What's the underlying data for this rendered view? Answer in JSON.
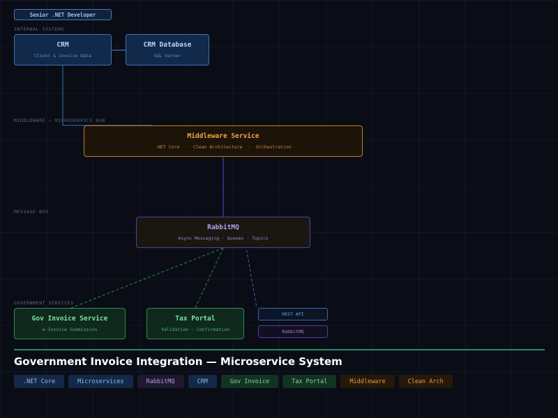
{
  "role_badge": "Senior .NET Developer",
  "sections": {
    "internal": "INTERNAL SYSTEMS",
    "middleware": "MIDDLEWARE — MICROSERVICE HUB",
    "message_bus": "MESSAGE BUS",
    "government": "GOVERNMENT SERVICES"
  },
  "nodes": {
    "crm": {
      "title": "CRM",
      "subtitle": "Client & Invoice Data"
    },
    "crm_db": {
      "title": "CRM Database",
      "subtitle": "SQL Server"
    },
    "middleware": {
      "title": "Middleware Service",
      "subtitle": ".NET Core  ·  Clean Architecture  ·  Orchestration"
    },
    "rabbitmq": {
      "title": "RabbitMQ",
      "subtitle": "Async Messaging · Queues · Topics"
    },
    "gov_invoice": {
      "title": "Gov Invoice Service",
      "subtitle": "e-Invoice Submission"
    },
    "tax_portal": {
      "title": "Tax Portal",
      "subtitle": "Validation · Confirmation"
    }
  },
  "legend": {
    "rest_api": "REST API",
    "rabbitmq": "RabbitMQ"
  },
  "title": "Government Invoice Integration — Microservice System",
  "tags": [
    {
      "label": ".NET Core",
      "color": "blue"
    },
    {
      "label": "Microservices",
      "color": "blue"
    },
    {
      "label": "RabbitMQ",
      "color": "purple"
    },
    {
      "label": "CRM",
      "color": "blue"
    },
    {
      "label": "Gov Invoice",
      "color": "green"
    },
    {
      "label": "Tax Portal",
      "color": "green"
    },
    {
      "label": "Middleware",
      "color": "orange"
    },
    {
      "label": "Clean Arch",
      "color": "orange"
    }
  ]
}
